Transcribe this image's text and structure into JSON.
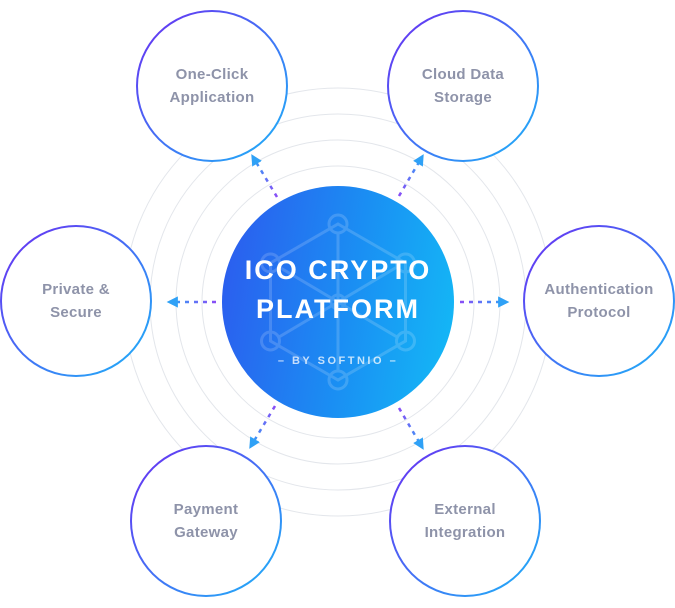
{
  "center": {
    "title_lines": [
      "ICO CRYPTO",
      "PLATFORM"
    ],
    "subtitle": "– BY SOFTNIO –",
    "gradient_start": "#2d59ee",
    "gradient_end": "#13bcf6"
  },
  "nodes": [
    {
      "id": "one-click-application",
      "lines": [
        "One-Click",
        "Application"
      ]
    },
    {
      "id": "cloud-data-storage",
      "lines": [
        "Cloud Data",
        "Storage"
      ]
    },
    {
      "id": "private-secure",
      "lines": [
        "Private &",
        "Secure"
      ]
    },
    {
      "id": "authentication-protocol",
      "lines": [
        "Authentication",
        "Protocol"
      ]
    },
    {
      "id": "payment-gateway",
      "lines": [
        "Payment",
        "Gateway"
      ]
    },
    {
      "id": "external-integration",
      "lines": [
        "External",
        "Integration"
      ]
    }
  ],
  "colors": {
    "node_border_start": "#6b2cf2",
    "node_border_end": "#1cb5f8",
    "label": "#8e93a9",
    "ring": "#e3e6eb",
    "connector_start": "#8a4cf6",
    "connector_end": "#2fa1f6"
  }
}
